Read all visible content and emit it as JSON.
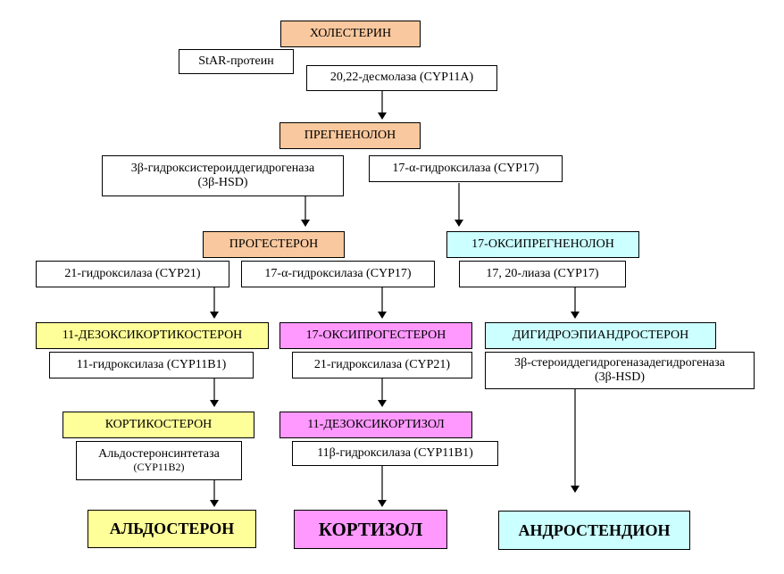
{
  "colors": {
    "substrate_orange": "#f9c89e",
    "mineralocorticoid_yellow": "#ffff99",
    "glucocorticoid_magenta": "#ff99ff",
    "androgen_cyan": "#ccffff"
  },
  "nodes": {
    "cholesterol": "ХОЛЕСТЕРИН",
    "pregnenolone": "ПРЕГНЕНОЛОН",
    "progesterone": "ПРОГЕСТЕРОН",
    "oxypregnenolone": "17-ОКСИПРЕГНЕНОЛОН",
    "deoxycorticosterone": "11-ДЕЗОКСИКОРТИКОСТЕРОН",
    "oxyprogesterone": "17-ОКСИПРОГЕСТЕРОН",
    "dhea": "ДИГИДРОЭПИАНДРОСТЕРОН",
    "corticosterone": "КОРТИКОСТЕРОН",
    "deoxycortisol": "11-ДЕЗОКСИКОРТИЗОЛ",
    "aldosterone": "АЛЬДОСТЕРОН",
    "cortisol": "КОРТИЗОЛ",
    "androstenedione": "АНДРОСТЕНДИОН"
  },
  "enzymes": {
    "star": "StAR-протеин",
    "desmolase": "20,22-десмолаза (CYP11A)",
    "hsd3b_line1": "3β-гидроксистероиддегидрогеназа",
    "hsd3b_line2": "(3β-HSD)",
    "hydroxylase17_a": "17-α-гидроксилаза (CYP17)",
    "hydroxylase21_a": "21-гидроксилаза (CYP21)",
    "hydroxylase17_b": "17-α-гидроксилаза (CYP17)",
    "lyase": "17, 20-лиаза (CYP17)",
    "hydroxylase11": "11-гидроксилаза (CYP11B1)",
    "hydroxylase21_b": "21-гидроксилаза (CYP21)",
    "dhea_enzyme_line1": "3β-стероиддегидрогеназадегидрогеназа",
    "dhea_enzyme_line2": "(3β-HSD)",
    "aldosynthase_line1": "Альдостеронсинтетаза",
    "aldosynthase_line2": "(CYP11B2)",
    "hydroxylase11b": "11β-гидроксилаза (CYP11B1)"
  }
}
